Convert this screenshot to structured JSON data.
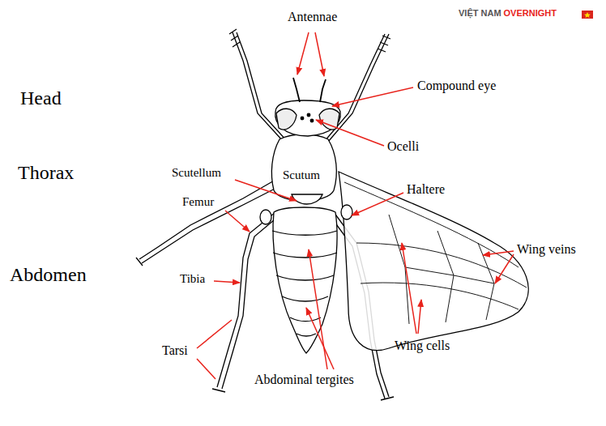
{
  "diagram": {
    "labels": [
      "VIỆT NAM",
      "OVERNIGHT",
      "Antennae",
      "Compound eye",
      "Head",
      "Ocelli",
      "Thorax",
      "Scutellum",
      "Scutum",
      "Haltere",
      "Femur",
      "Wing veins",
      "Abdomen",
      "Tibia",
      "Wing cells",
      "Tarsi",
      "Abdominal tergites"
    ]
  }
}
